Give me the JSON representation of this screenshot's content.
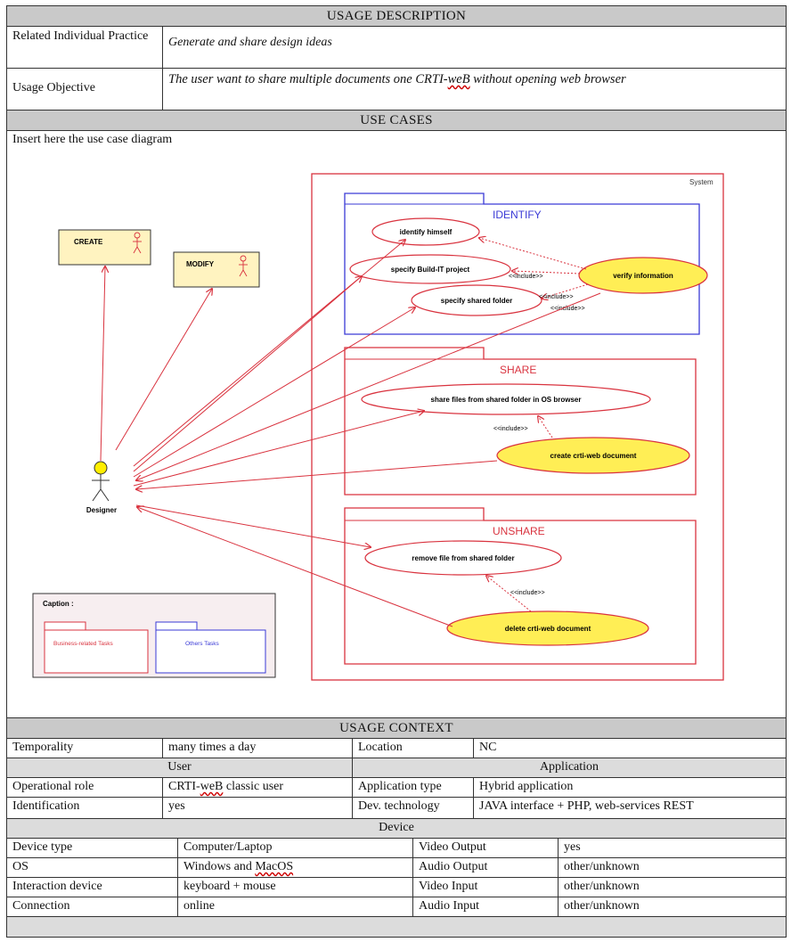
{
  "usage_description": {
    "header": "USAGE DESCRIPTION",
    "related_practice_label": "Related Individual Practice",
    "related_practice_value": "Generate and share design ideas",
    "objective_label": "Usage Objective",
    "objective_value_pre": "The user want to share multiple documents one CRTI-",
    "objective_value_brand": "weB",
    "objective_value_post": " without opening web browser"
  },
  "use_cases": {
    "header": "USE CASES",
    "intro": "Insert here the use case diagram",
    "diagram": {
      "system_label": "System",
      "actors": {
        "create": "CREATE",
        "modify": "MODIFY",
        "designer": "Designer"
      },
      "packages": {
        "identify": "IDENTIFY",
        "share": "SHARE",
        "unshare": "UNSHARE"
      },
      "use_cases": {
        "identify_himself": "identify himself",
        "specify_project": "specify Build-IT project",
        "specify_folder": "specify shared folder",
        "verify_information": "verify information",
        "share_files": "share files from shared folder in OS browser",
        "create_doc": "create crti-web document",
        "remove_file": "remove file from shared folder",
        "delete_doc": "delete crti-web document"
      },
      "include_label": "<<include>>",
      "caption": {
        "title": "Caption :",
        "business": "Business-related Tasks",
        "others": "Others Tasks"
      },
      "colors": {
        "red": "#d9333f",
        "blue": "#3a3ad6",
        "yellow": "#ffee55",
        "yellow_box": "#fff3c0",
        "caption_bg": "#f7eef0"
      }
    }
  },
  "usage_context": {
    "header": "USAGE CONTEXT",
    "temporality_label": "Temporality",
    "temporality_value": "many times a day",
    "location_label": "Location",
    "location_value": "NC",
    "user_header": "User",
    "application_header": "Application",
    "operational_role_label": "Operational role",
    "operational_role_pre": "CRTI-",
    "operational_role_brand": "weB",
    "operational_role_post": " classic user",
    "app_type_label": "Application type",
    "app_type_value": "Hybrid application",
    "identification_label": "Identification",
    "identification_value": "yes",
    "dev_tech_label": "Dev. technology",
    "dev_tech_value": "JAVA interface + PHP, web-services REST",
    "device_header": "Device",
    "device_rows": [
      {
        "label": "Device type",
        "value": "Computer/Laptop",
        "label2": "Video Output",
        "value2": "yes"
      },
      {
        "label": "OS",
        "value": "Windows and MacOS",
        "label2": "Audio Output",
        "value2": "other/unknown"
      },
      {
        "label": "Interaction device",
        "value": "keyboard + mouse",
        "label2": "Video Input",
        "value2": "other/unknown"
      },
      {
        "label": "Connection",
        "value": "online",
        "label2": "Audio Input",
        "value2": "other/unknown"
      }
    ]
  }
}
